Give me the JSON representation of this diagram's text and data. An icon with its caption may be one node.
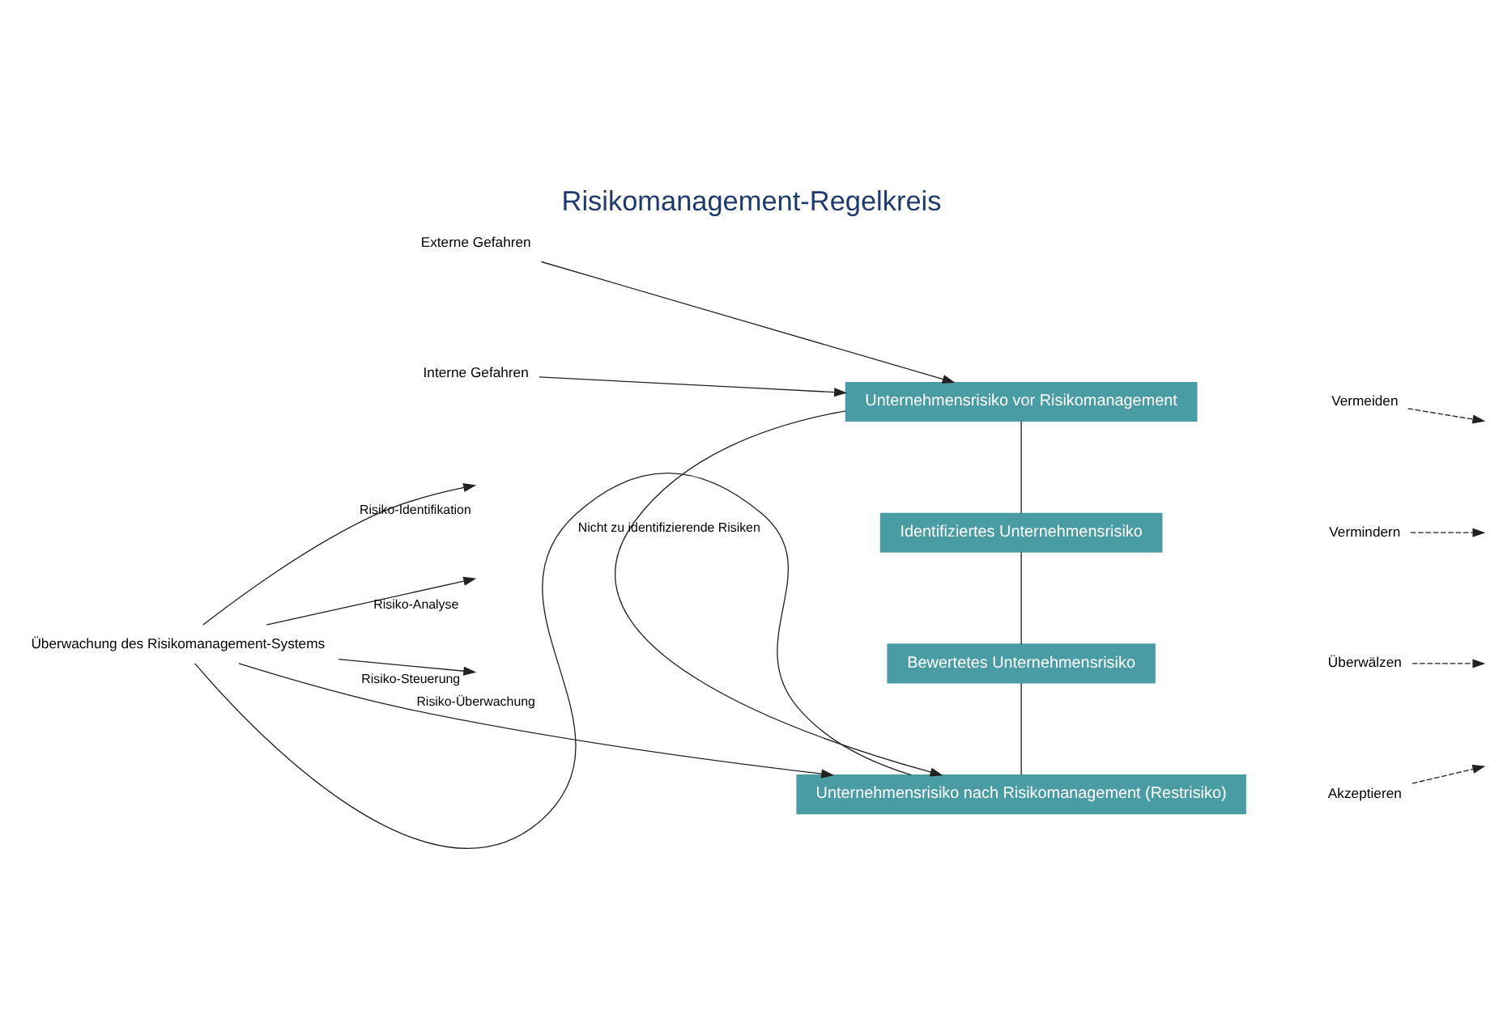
{
  "diagram": {
    "title": "Risikomanagement-Regelkreis",
    "nodes": [
      {
        "text": [
          "Externe Gefahren"
        ]
      },
      {
        "text": [
          "Interne Gefahren"
        ]
      },
      {
        "text": [
          "Unternehmensrisiko vor Risikomanagement"
        ]
      },
      {
        "text": [
          "Identifiziertes Unternehmensrisiko"
        ]
      },
      {
        "text": [
          "Bewertetes Unternehmensrisiko"
        ]
      },
      {
        "text": [
          "Unternehmensrisiko nach Risikomanagement (Restrisiko)"
        ]
      },
      {
        "text": [
          "Überwachung des Risikomanagement-Systems"
        ]
      },
      {
        "text": [
          "Vermeiden"
        ]
      },
      {
        "text": [
          "Vermindern"
        ]
      },
      {
        "text": [
          "Überwälzen"
        ]
      },
      {
        "text": [
          "Akzeptieren"
        ]
      }
    ],
    "edges": [
      {
        "from": 0,
        "to": 2,
        "arrow": "to"
      },
      {
        "from": 1,
        "to": 2,
        "arrow": "to"
      },
      {
        "from": 2,
        "to": 5,
        "arrow": "to",
        "label": "Nicht zu identifizierende Risiken"
      },
      {
        "from": 2,
        "to": 3,
        "arrow": "none"
      },
      {
        "from": 3,
        "to": 4,
        "arrow": "none"
      },
      {
        "from": 4,
        "to": 5,
        "arrow": "none"
      },
      {
        "from": 5,
        "to": 6,
        "arrow": "none"
      },
      {
        "from": 6,
        "to": null,
        "arrow": "to",
        "label": "Risiko-Identifikation"
      },
      {
        "from": 6,
        "to": null,
        "arrow": "to",
        "label": "Risiko-Analyse"
      },
      {
        "from": 6,
        "to": null,
        "arrow": "to",
        "label": "Risiko-Steuerung"
      },
      {
        "from": 6,
        "to": 5,
        "arrow": "to",
        "label": "Risiko-Überwachung"
      },
      {
        "from": 7,
        "to": null,
        "arrow": "to",
        "style": "dashed"
      },
      {
        "from": 8,
        "to": null,
        "arrow": "to",
        "style": "dashed"
      },
      {
        "from": 9,
        "to": null,
        "arrow": "to",
        "style": "dashed"
      },
      {
        "from": 10,
        "to": null,
        "arrow": "to",
        "style": "dashed"
      }
    ]
  }
}
